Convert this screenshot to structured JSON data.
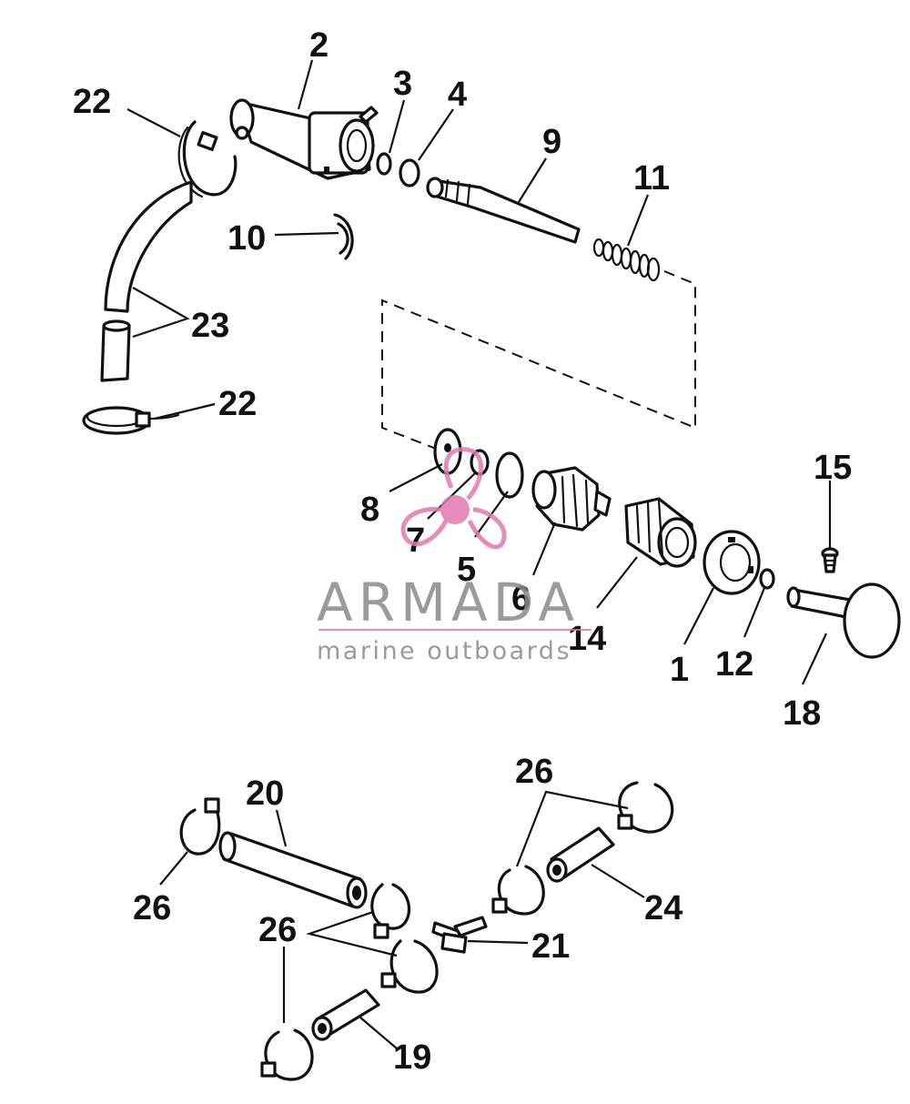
{
  "callouts": {
    "c2": "2",
    "c3": "3",
    "c4": "4",
    "c9": "9",
    "c11": "11",
    "c22a": "22",
    "c10": "10",
    "c23": "23",
    "c22b": "22",
    "c8": "8",
    "c7": "7",
    "c5": "5",
    "c6": "6",
    "c14": "14",
    "c1": "1",
    "c12": "12",
    "c15": "15",
    "c18": "18",
    "c20": "20",
    "c26a": "26",
    "c26b": "26",
    "c26c": "26",
    "c24": "24",
    "c21": "21",
    "c19": "19"
  },
  "watermark": {
    "brand": "ARMADA",
    "tagline": "marine outboards",
    "color_text": "#8a8a8a",
    "color_accent": "#e07ab0"
  }
}
